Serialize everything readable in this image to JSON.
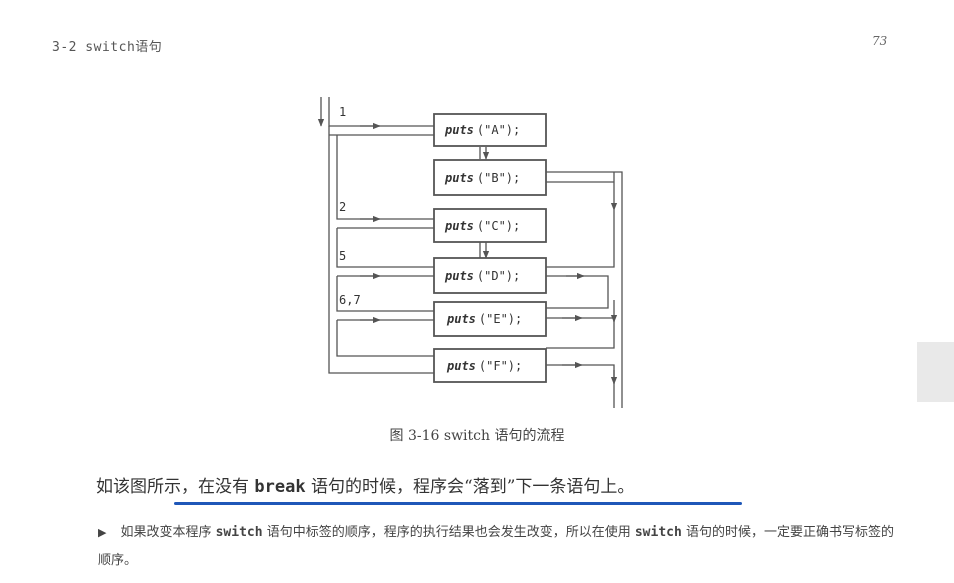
{
  "header": {
    "section": "3-2  switch语句",
    "page_number": "73"
  },
  "figure": {
    "boxes": [
      {
        "fn": "puts",
        "arg": "(\"A\");"
      },
      {
        "fn": "puts",
        "arg": "(\"B\");"
      },
      {
        "fn": "puts",
        "arg": "(\"C\");"
      },
      {
        "fn": "puts",
        "arg": "(\"D\");"
      },
      {
        "fn": "puts",
        "arg": "(\"E\");"
      },
      {
        "fn": "puts",
        "arg": "(\"F\");"
      }
    ],
    "case_labels": [
      "1",
      "2",
      "5",
      "6,7"
    ],
    "caption": "图 3-16   switch 语句的流程"
  },
  "body": {
    "sentence_pre": "如该图所示，在没有 ",
    "sentence_kw": "break",
    "sentence_post": " 语句的时候，程序会“落到”下一条语句上。",
    "note_marker": "▶",
    "note_p1": "如果改变本程序 ",
    "note_kw1": "switch",
    "note_p2": " 语句中标签的顺序，程序的执行结果也会发生改变，所以在使用 ",
    "note_kw2": "switch",
    "note_p3": " 语句的时候，一定要正确书写标签的顺序。"
  },
  "colors": {
    "underline": "#1f57b8",
    "line": "#555555"
  }
}
